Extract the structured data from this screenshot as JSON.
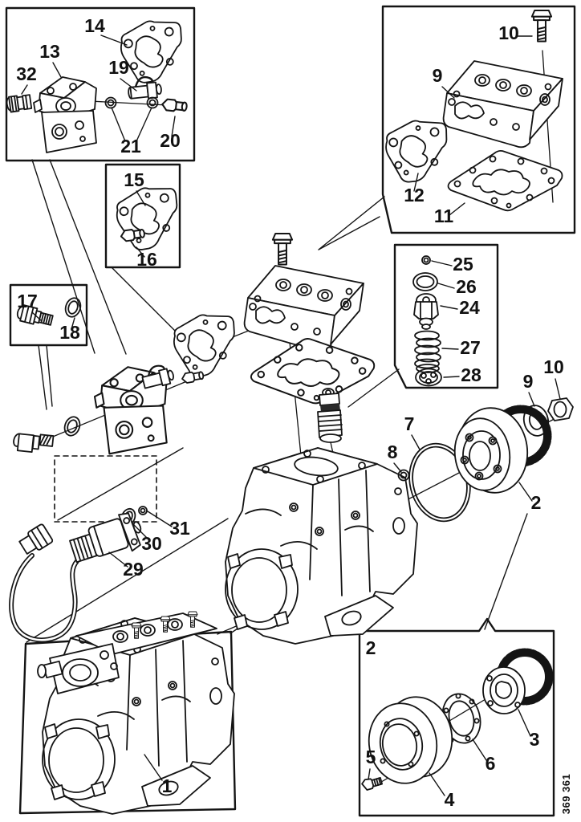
{
  "diagram": {
    "ref_number": "369 361"
  },
  "callouts": {
    "box_a": {
      "n14": "14",
      "n13": "13",
      "n19": "19",
      "n32": "32",
      "n21": "21",
      "n20": "20"
    },
    "box_b": {
      "n15": "15",
      "n16": "16"
    },
    "box_c": {
      "n10": "10",
      "n9": "9",
      "n12": "12",
      "n11": "11"
    },
    "box_d": {
      "n17": "17",
      "n18": "18"
    },
    "box_e": {
      "n25": "25",
      "n26": "26",
      "n24": "24",
      "n27": "27",
      "n28": "28"
    },
    "drive": {
      "n9": "9",
      "n10": "10",
      "n7": "7",
      "n8": "8",
      "n2": "2"
    },
    "solenoid": {
      "n29": "29",
      "n30": "30",
      "n31": "31"
    },
    "pump": {
      "n1": "1"
    },
    "box_f": {
      "n2": "2",
      "n3": "3",
      "n6": "6",
      "n4": "4",
      "n5": "5"
    }
  }
}
